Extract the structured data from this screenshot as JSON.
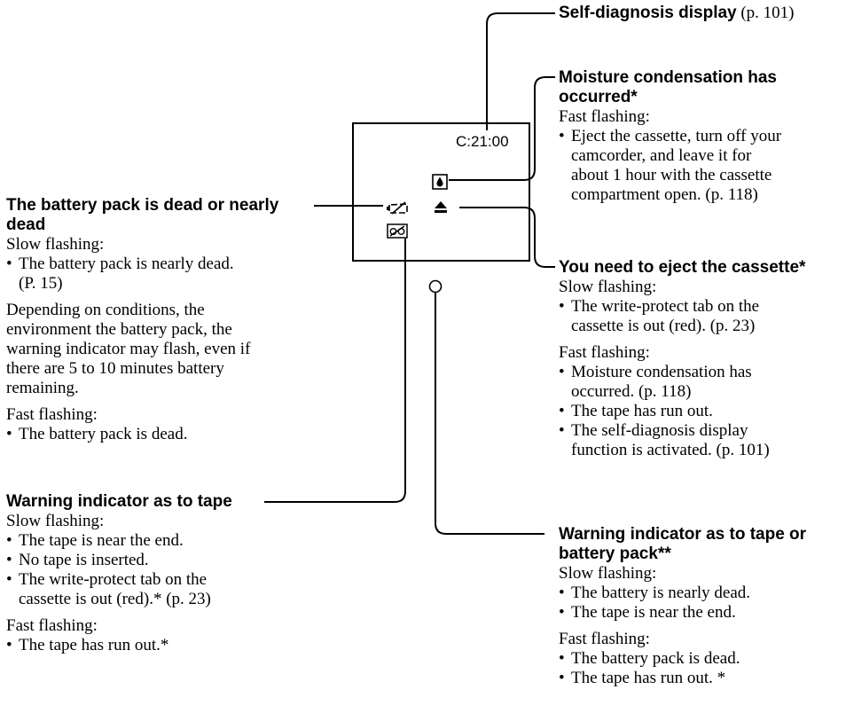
{
  "screen": {
    "time_code": "C:21:00",
    "icons": [
      "moisture-drop-icon",
      "eject-icon",
      "battery-warning-icon",
      "cassette-warning-icon"
    ]
  },
  "callouts": {
    "self_diag": {
      "title": "Self-diagnosis display",
      "ref": " (p. 101)"
    },
    "moisture": {
      "title_1": "Moisture condensation has",
      "title_2": "occurred*",
      "fast_label": "Fast flashing:",
      "fast_items": [
        [
          "Eject the cassette, turn off your",
          "camcorder, and leave it for",
          "about 1 hour with the cassette",
          "compartment open. (p. 118)"
        ]
      ]
    },
    "battery": {
      "title_1": "The battery pack is dead or nearly",
      "title_2": "dead",
      "slow_label": "Slow flashing:",
      "slow_items": [
        [
          "The battery pack is nearly dead.",
          "(P. 15)"
        ]
      ],
      "note": [
        "Depending on conditions, the",
        "environment the battery pack, the",
        "warning indicator may flash, even if",
        "there are 5 to 10 minutes battery",
        "remaining."
      ],
      "fast_label": "Fast flashing:",
      "fast_items": [
        [
          "The battery pack is dead."
        ]
      ]
    },
    "eject": {
      "title": "You need to eject the cassette*",
      "slow_label": "Slow flashing:",
      "slow_items": [
        [
          "The write-protect tab on the",
          "cassette is out (red). (p. 23)"
        ]
      ],
      "fast_label": "Fast flashing:",
      "fast_items": [
        [
          "Moisture condensation has",
          "occurred. (p. 118)"
        ],
        [
          "The tape has run out."
        ],
        [
          "The self-diagnosis display",
          "function is activated. (p. 101)"
        ]
      ]
    },
    "tape": {
      "title": "Warning indicator as to tape",
      "slow_label": "Slow flashing:",
      "slow_items": [
        [
          "The tape is near the end."
        ],
        [
          "No tape is inserted."
        ],
        [
          "The write-protect tab on the",
          "cassette is out (red).* (p. 23)"
        ]
      ],
      "fast_label": "Fast flashing:",
      "fast_items": [
        [
          "The tape has run out.*"
        ]
      ]
    },
    "lamp": {
      "title_1": "Warning indicator as to tape or",
      "title_2": "battery pack**",
      "slow_label": "Slow flashing:",
      "slow_items": [
        [
          "The battery is nearly dead."
        ],
        [
          "The tape is near the end."
        ]
      ],
      "fast_label": "Fast flashing:",
      "fast_items": [
        [
          "The battery pack is dead."
        ],
        [
          "The tape has run out. *"
        ]
      ]
    }
  }
}
